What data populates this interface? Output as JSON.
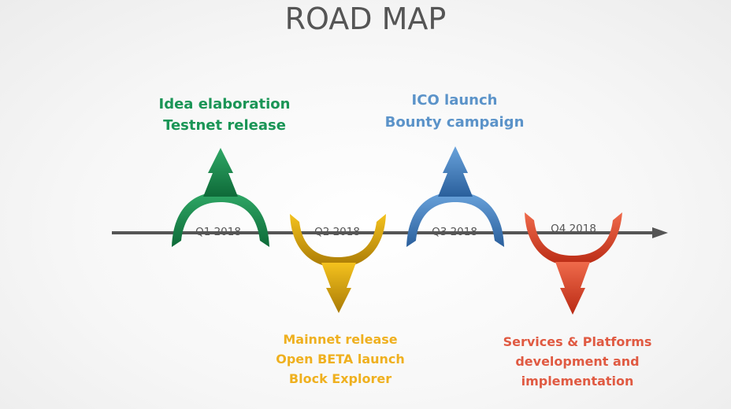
{
  "title": "ROAD MAP",
  "milestones": [
    {
      "quarter": "Q1 2018",
      "direction": "up",
      "color": "#1a8f52",
      "text_color": "#1a9556",
      "lines": [
        "Idea elaboration",
        "Testnet release"
      ]
    },
    {
      "quarter": "Q2 2018",
      "direction": "down",
      "color": "#e3b21a",
      "text_color": "#efb01f",
      "lines": [
        "Mainnet release",
        "Open BETA launch",
        "Block Explorer"
      ]
    },
    {
      "quarter": "Q3 2018",
      "direction": "up",
      "color": "#3f78b8",
      "text_color": "#5b93c9",
      "lines": [
        "ICO launch",
        "Bounty campaign"
      ]
    },
    {
      "quarter": "Q4 2018",
      "direction": "down",
      "color": "#d94b33",
      "text_color": "#e05a42",
      "lines": [
        "Services & Platforms",
        "development and",
        "implementation"
      ]
    }
  ],
  "timeline_color": "#555555"
}
